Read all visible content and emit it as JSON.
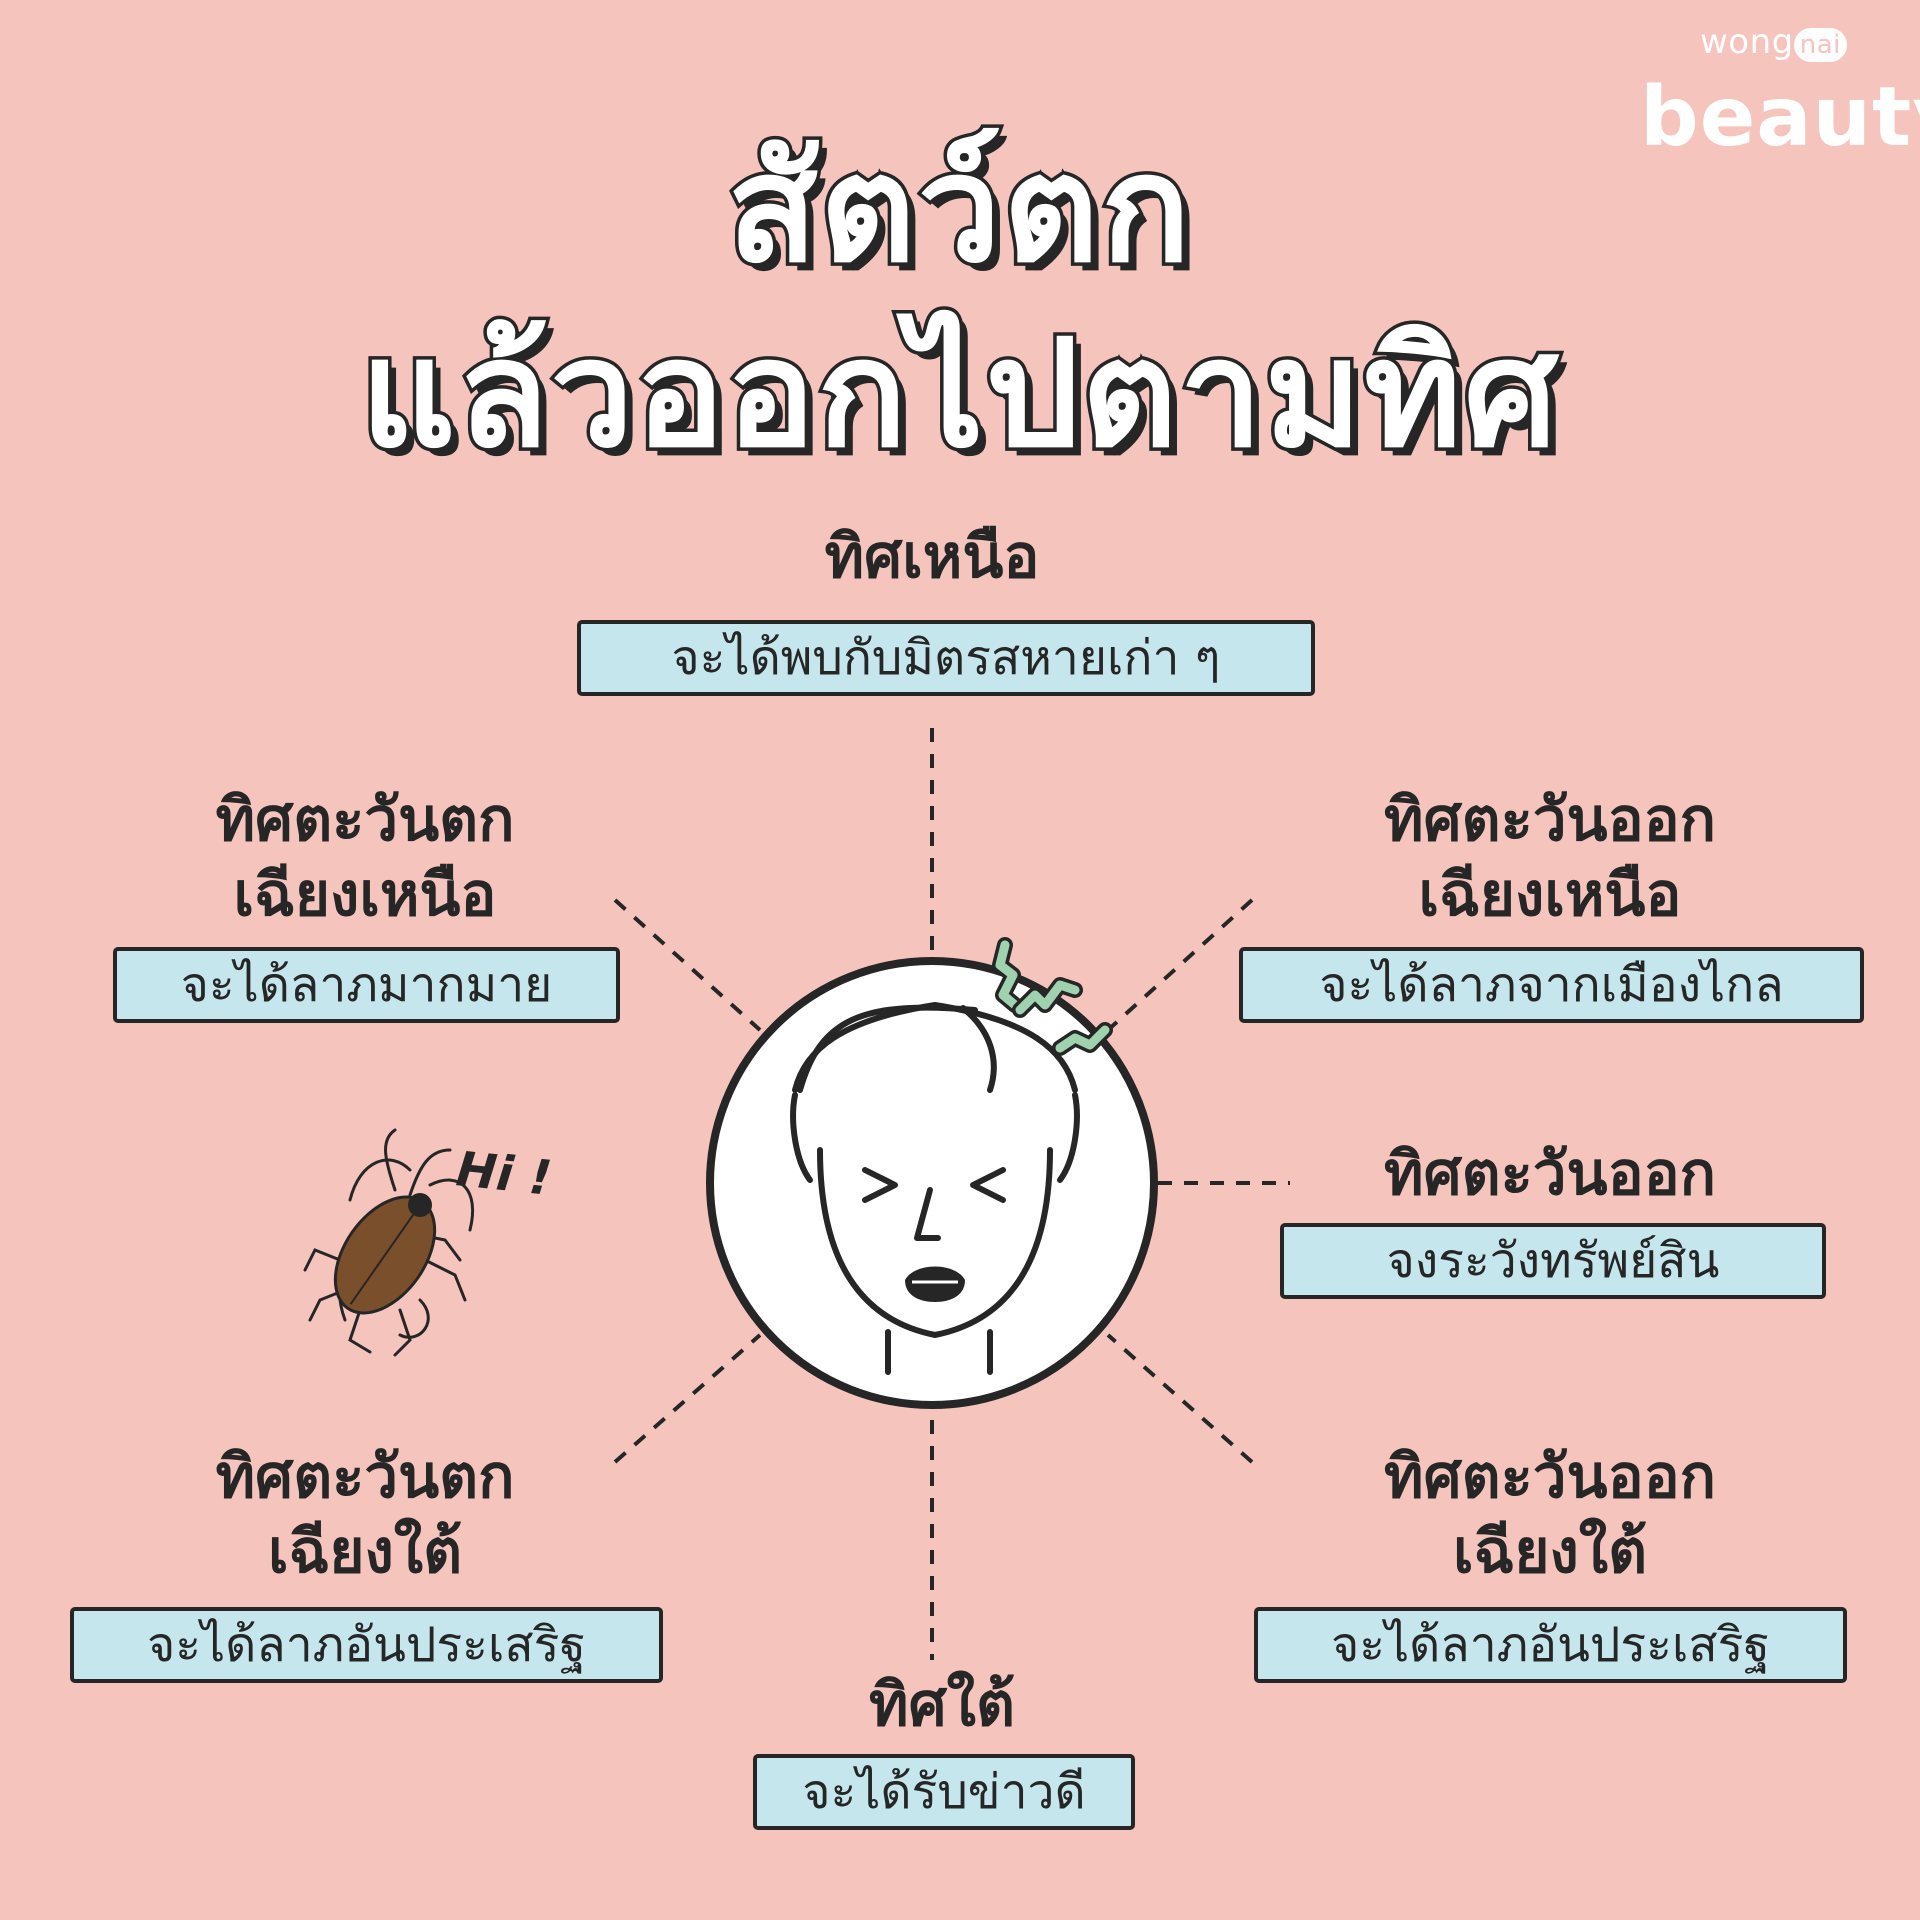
{
  "brand": {
    "line1_prefix": "wong",
    "line1_badge": "nai",
    "line2": "beauty"
  },
  "title": {
    "line1": "สัตว์ตก",
    "line2": "แล้วออกไปตามทิศ"
  },
  "directions": {
    "north": {
      "name": "ทิศเหนือ",
      "meaning": "จะได้พบกับมิตรสหายเก่า ๆ"
    },
    "northwest": {
      "name_line1": "ทิศตะวันตก",
      "name_line2": "เฉียงเหนือ",
      "meaning": "จะได้ลาภมากมาย"
    },
    "northeast": {
      "name_line1": "ทิศตะวันออก",
      "name_line2": "เฉียงเหนือ",
      "meaning": "จะได้ลาภจากเมืองไกล"
    },
    "east": {
      "name": "ทิศตะวันออก",
      "meaning": "จงระวังทรัพย์สิน"
    },
    "southwest": {
      "name_line1": "ทิศตะวันตก",
      "name_line2": "เฉียงใต้",
      "meaning": "จะได้ลาภอันประเสริฐ"
    },
    "southeast": {
      "name_line1": "ทิศตะวันออก",
      "name_line2": "เฉียงใต้",
      "meaning": "จะได้ลาภอันประเสริฐ"
    },
    "south": {
      "name": "ทิศใต้",
      "meaning": "จะได้รับข่าวดี"
    }
  },
  "illustration": {
    "cockroach_caption": "Hi !",
    "face_icon": "wincing-face-icon",
    "bug_icon": "cockroach-icon",
    "worm_icon": "worm-icon"
  },
  "colors": {
    "background": "#f4c4bd",
    "box": "#c4e6ec",
    "ink": "#262626",
    "worm": "#9fd3b0",
    "bug": "#7a4f2c"
  }
}
